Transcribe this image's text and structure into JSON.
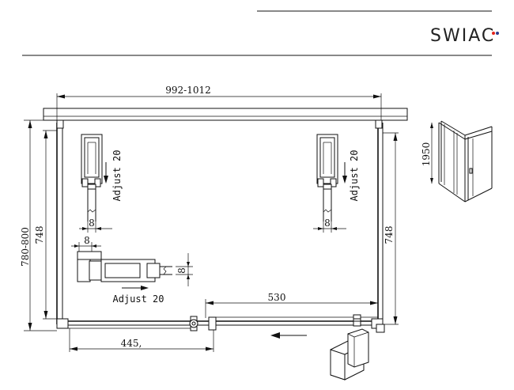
{
  "brand": {
    "logo_text": "SWIAC",
    "dot_colors": [
      "#e2231a",
      "#2b3a8f"
    ]
  },
  "dimensions": {
    "overall_width": "992-1012",
    "overall_depth": "780-800",
    "side_depth_left": "748",
    "side_depth_right": "748",
    "door_opening": "530",
    "fixed_panel": "445,",
    "height": "1950"
  },
  "details": {
    "adjust_left": "Adjust 20",
    "adjust_right": "Adjust 20",
    "adjust_bottom": "Adjust 20",
    "profile_width_left": "8",
    "profile_width_right": "8",
    "profile_width_bottom_top": "8",
    "profile_width_bottom_side": "8"
  }
}
